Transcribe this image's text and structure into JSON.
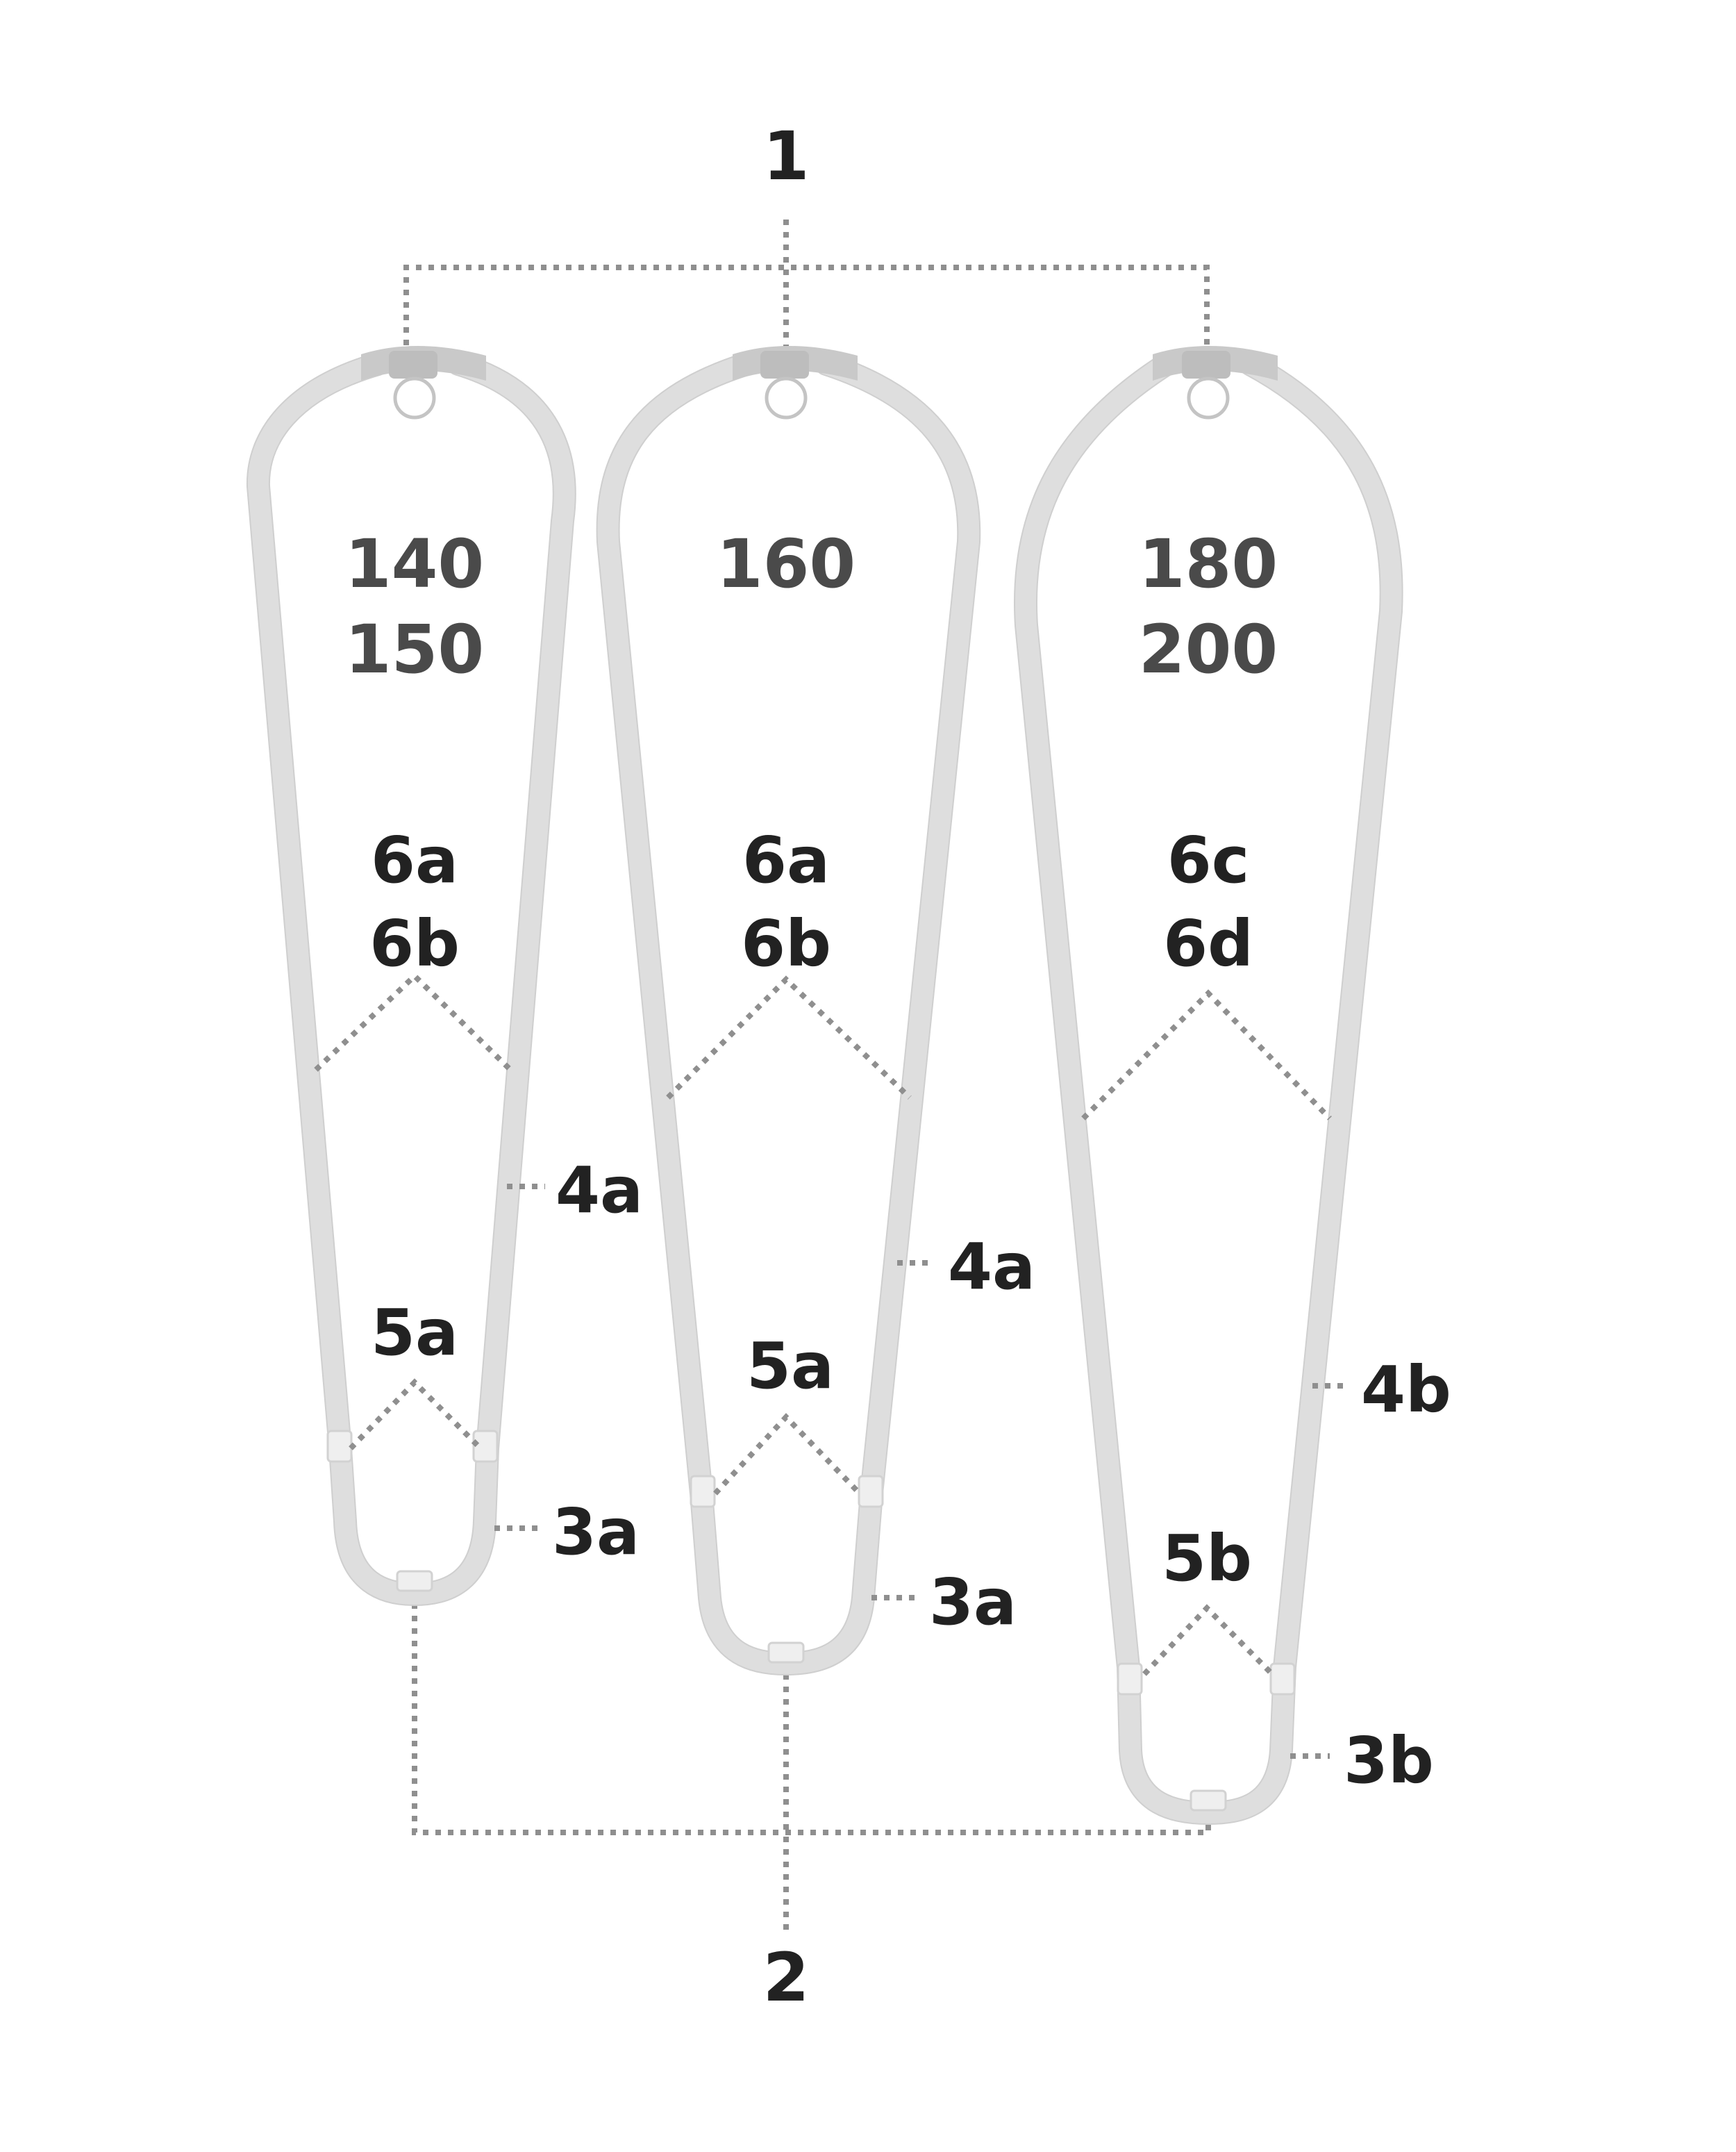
{
  "callouts": {
    "top": "1",
    "bottom": "2"
  },
  "booms": [
    {
      "sizes": [
        "140",
        "150"
      ],
      "front_tube": [
        "6a",
        "6b"
      ],
      "back_tube": "5a",
      "arm": "4a",
      "tail": "3a"
    },
    {
      "sizes": [
        "160"
      ],
      "front_tube": [
        "6a",
        "6b"
      ],
      "back_tube": "5a",
      "arm": "4a",
      "tail": "3a"
    },
    {
      "sizes": [
        "180",
        "200"
      ],
      "front_tube": [
        "6c",
        "6d"
      ],
      "back_tube": "5b",
      "arm": "4b",
      "tail": "3b"
    }
  ],
  "colors": {
    "tube": "#dedede",
    "head": "#c9c9c9",
    "leader": "#8f8f8f",
    "part_label": "#222222",
    "size_label": "#4a4a4a"
  }
}
